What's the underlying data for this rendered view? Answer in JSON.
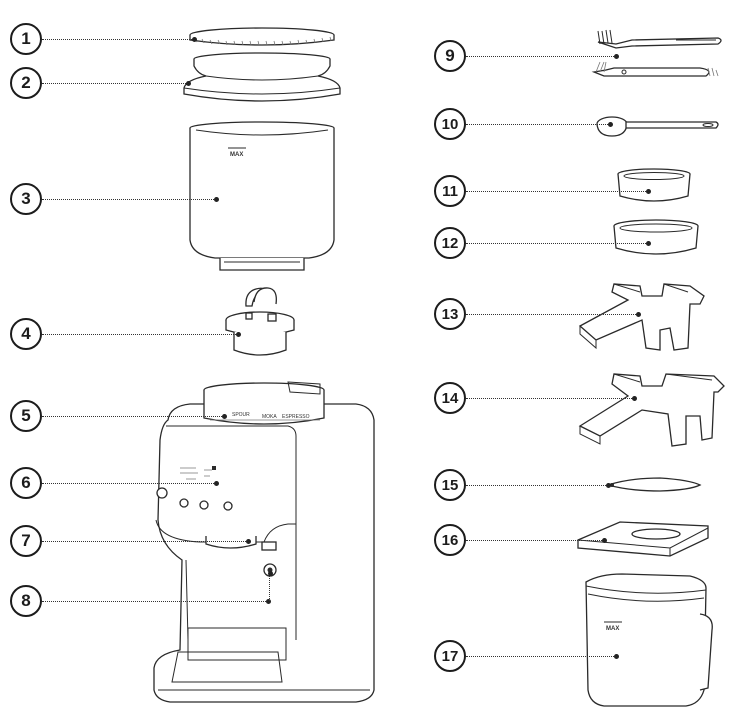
{
  "diagram": {
    "callouts": [
      "1",
      "2",
      "3",
      "4",
      "5",
      "6",
      "7",
      "8",
      "9",
      "10",
      "11",
      "12",
      "13",
      "14",
      "15",
      "16",
      "17"
    ],
    "hopper_label": "MAX",
    "bin_label": "MAX",
    "dial_labels": [
      "SPOUR",
      "MOKA",
      "ESPRESSO"
    ]
  }
}
